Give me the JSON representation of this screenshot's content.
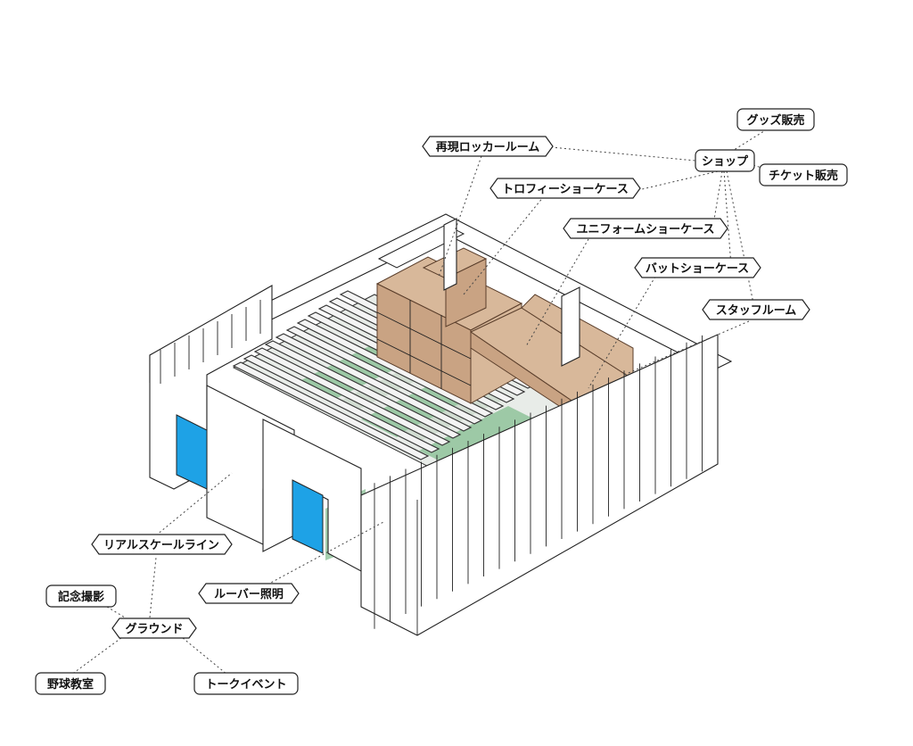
{
  "labels": {
    "goods": "グッズ販売",
    "shop": "ショップ",
    "ticket": "チケット販売",
    "locker": "再現ロッカールーム",
    "trophy": "トロフィーショーケース",
    "uniform": "ユニフォームショーケース",
    "bat": "バットショーケース",
    "staff": "スタッフルーム",
    "real_scale": "リアルスケールライン",
    "photo": "記念撮影",
    "louver": "ルーバー照明",
    "ground": "グラウンド",
    "baseball": "野球教室",
    "talk": "トークイベント"
  },
  "colors": {
    "wall": "#ffffff",
    "wood": "#d8b89a",
    "turf": "#8fc39a",
    "turf_light": "#d6ded6",
    "blue_panel": "#1ea2e6",
    "line": "#222222"
  }
}
